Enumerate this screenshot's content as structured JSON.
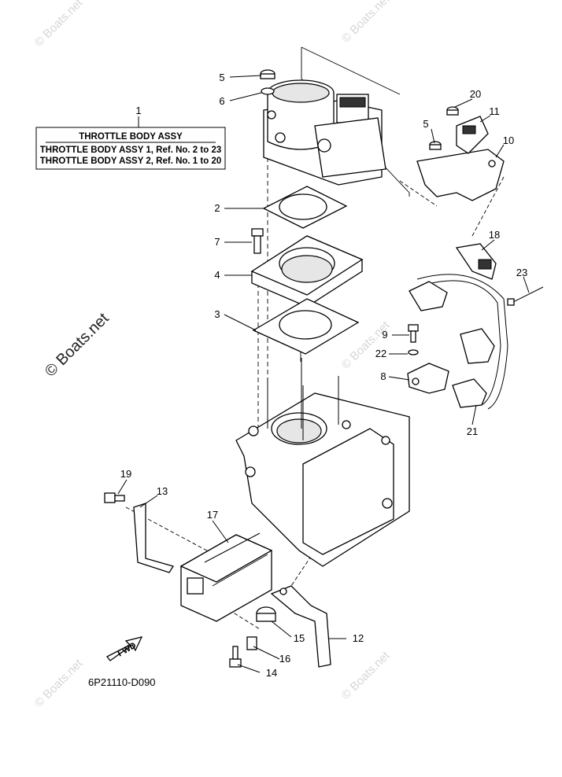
{
  "title_box": {
    "title": "THROTTLE BODY ASSY",
    "line1": "THROTTLE BODY ASSY 1, Ref. No. 2 to 23",
    "line2": "THROTTLE BODY ASSY 2, Ref. No. 1 to 20"
  },
  "callouts": {
    "c1": "1",
    "c2": "2",
    "c3": "3",
    "c4": "4",
    "c5a": "5",
    "c5b": "5",
    "c6": "6",
    "c7": "7",
    "c8": "8",
    "c9": "9",
    "c10": "10",
    "c11": "11",
    "c12": "12",
    "c13": "13",
    "c14": "14",
    "c15": "15",
    "c16": "16",
    "c17": "17",
    "c18": "18",
    "c19": "19",
    "c20": "20",
    "c21": "21",
    "c22": "22",
    "c23": "23"
  },
  "fwd_label": "FWD",
  "diagram_code": "6P21110-D090",
  "watermarks": {
    "small": "© Boats.net",
    "big": "© Boats.net"
  }
}
